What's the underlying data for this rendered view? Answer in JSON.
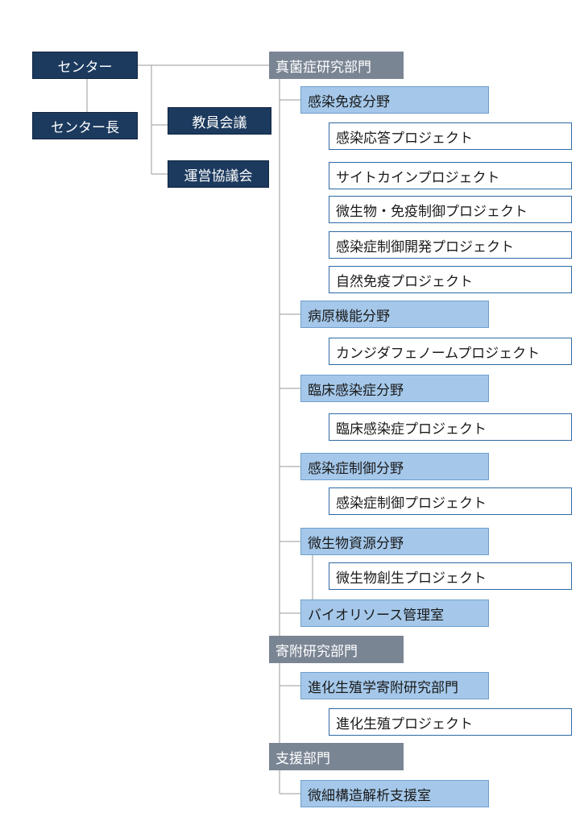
{
  "org": {
    "center": "センター",
    "center_head": "センター長",
    "faculty_meeting": "教員会議",
    "steering_council": "運営協議会"
  },
  "departments": [
    {
      "name": "真菌症研究部門",
      "units": [
        {
          "name": "感染免疫分野",
          "projects": [
            "感染応答プロジェクト",
            "サイトカインプロジェクト",
            "微生物・免疫制御プロジェクト",
            "感染症制御開発プロジェクト",
            "自然免疫プロジェクト"
          ]
        },
        {
          "name": "病原機能分野",
          "projects": [
            "カンジダフェノームプロジェクト"
          ]
        },
        {
          "name": "臨床感染症分野",
          "projects": [
            "臨床感染症プロジェクト"
          ]
        },
        {
          "name": "感染症制御分野",
          "projects": [
            "感染症制御プロジェクト"
          ]
        },
        {
          "name": "微生物資源分野",
          "projects": [
            "微生物創生プロジェクト"
          ]
        },
        {
          "name": "バイオリソース管理室",
          "projects": []
        }
      ]
    },
    {
      "name": "寄附研究部門",
      "units": [
        {
          "name": "進化生殖学寄附研究部門",
          "projects": [
            "進化生殖プロジェクト"
          ]
        }
      ]
    },
    {
      "name": "支援部門",
      "units": [
        {
          "name": "微細構造解析支援室",
          "projects": []
        }
      ]
    }
  ],
  "colors": {
    "navy": "#1c3a5e",
    "department_gray": "#7a8594",
    "unit_blue": "#a5c8ea",
    "project_border": "#2d6aa3",
    "connector": "#9a9a9a"
  }
}
